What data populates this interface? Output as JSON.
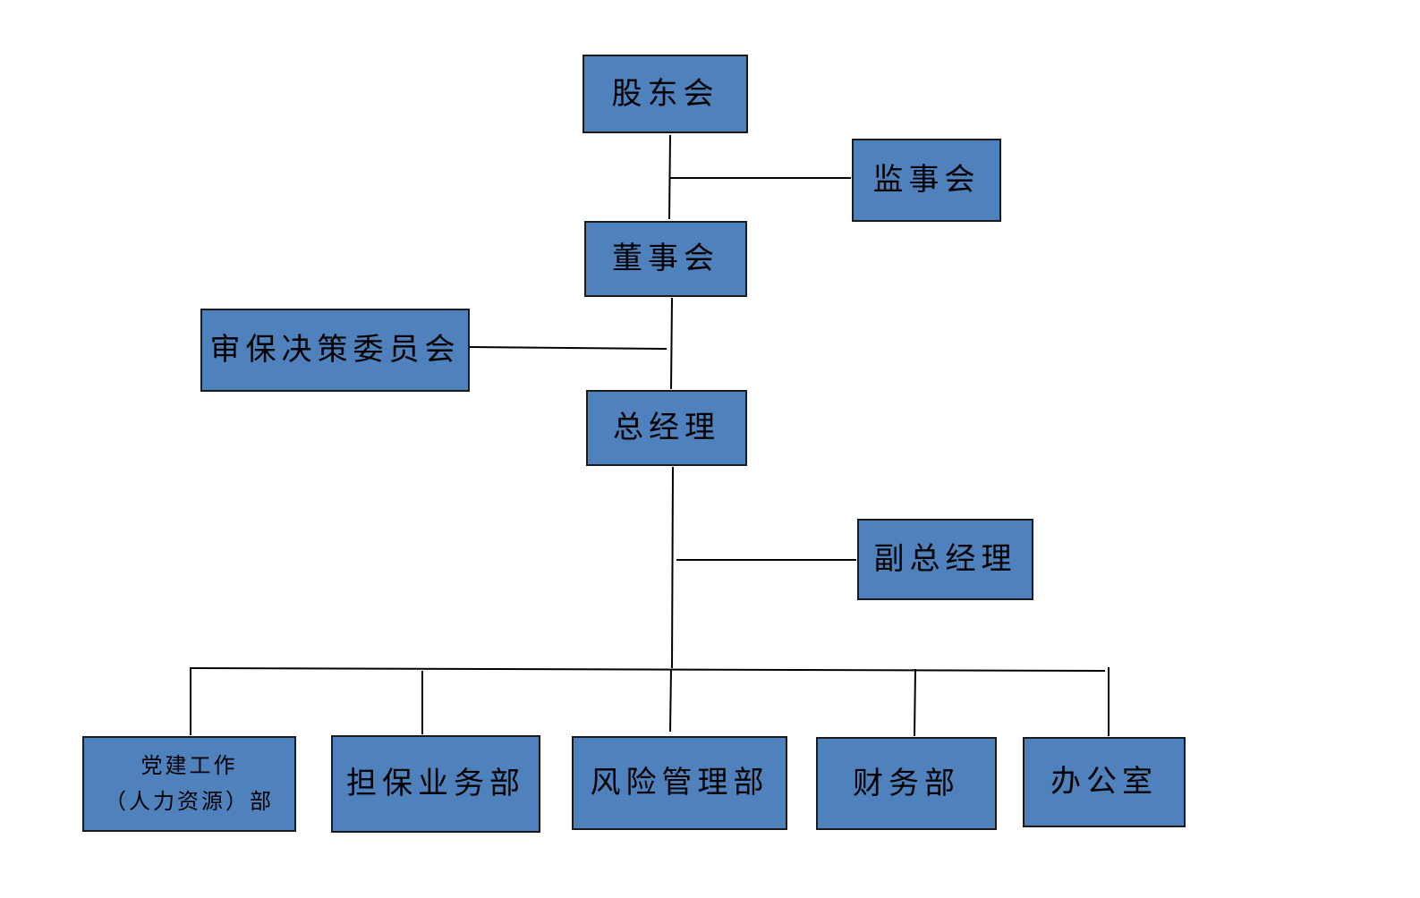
{
  "colors": {
    "box_fill": "#4f81bd",
    "box_border": "#1a1a1a",
    "connector": "#000000",
    "text": "#000000"
  },
  "nodes": {
    "shareholders": "股东会",
    "supervisors": "监事会",
    "board": "董事会",
    "review_committee": "审保决策委员会",
    "general_manager": "总经理",
    "deputy_general_manager": "副总经理",
    "departments": {
      "party_building_line1": "党建工作",
      "party_building_line2": "（人力资源）部",
      "guarantee_business": "担保业务部",
      "risk_management": "风险管理部",
      "finance": "财务部",
      "office": "办公室"
    }
  }
}
